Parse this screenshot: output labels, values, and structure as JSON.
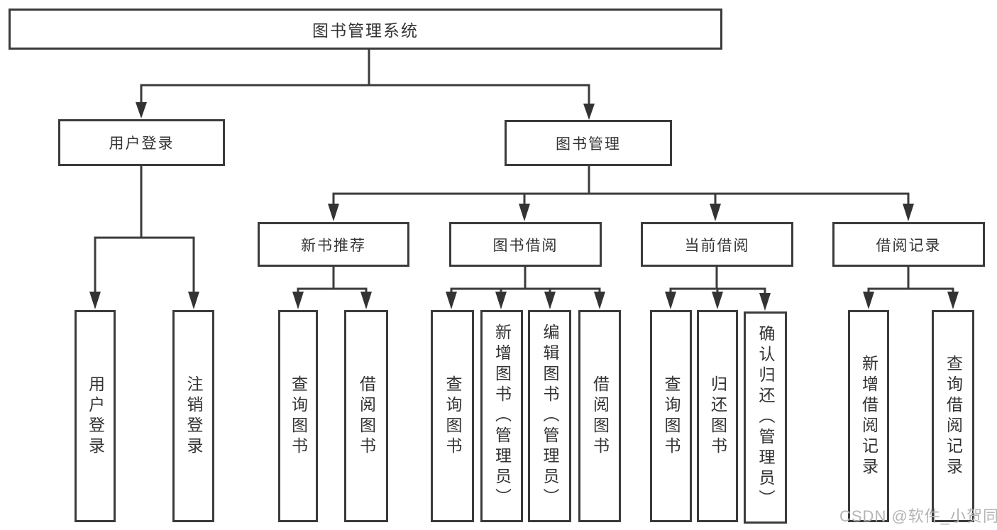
{
  "tree": {
    "root_label": "图书管理系统",
    "level2": [
      {
        "label": "用户登录",
        "children": [
          {
            "label": "用户登录"
          },
          {
            "label": "注销登录"
          }
        ]
      },
      {
        "label": "图书管理"
      }
    ],
    "level3": [
      {
        "label": "新书推荐",
        "children": [
          {
            "label": "查询图书"
          },
          {
            "label": "借阅图书"
          }
        ]
      },
      {
        "label": "图书借阅",
        "children": [
          {
            "label": "查询图书"
          },
          {
            "label": "新增图书（管理员）"
          },
          {
            "label": "编辑图书（管理员）"
          },
          {
            "label": "借阅图书"
          }
        ]
      },
      {
        "label": "当前借阅",
        "children": [
          {
            "label": "查询图书"
          },
          {
            "label": "归还图书"
          },
          {
            "label": "确认归还（管理员）"
          }
        ]
      },
      {
        "label": "借阅记录",
        "children": [
          {
            "label": "新增借阅记录"
          },
          {
            "label": "查询借阅记录"
          }
        ]
      }
    ]
  },
  "watermark": {
    "text": "CSDN @软件_小贺同学"
  },
  "colors": {
    "line": "#3b3b3b",
    "text": "#333333",
    "background": "#ffffff",
    "watermark_text": "#b5b5b5"
  }
}
